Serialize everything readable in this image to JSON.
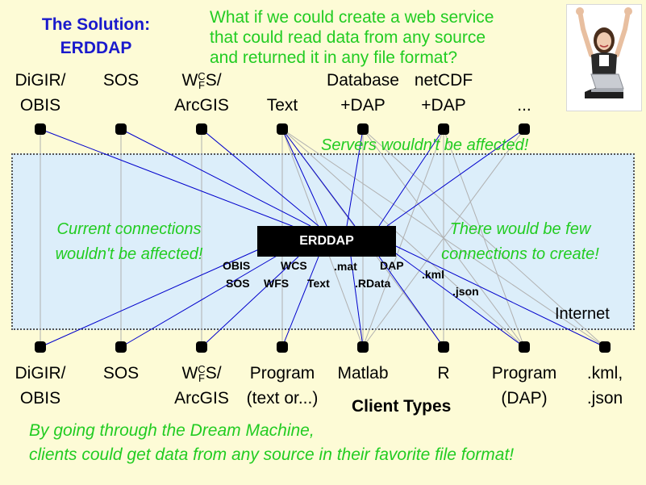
{
  "title": {
    "line1": "The Solution:",
    "line2": "ERDDAP"
  },
  "question": {
    "line1": "What if we could create a web service",
    "line2": "that could read data from any source",
    "line3": "and returned it in any file format?"
  },
  "servers": [
    {
      "line1": "DiGIR/",
      "line2": "OBIS"
    },
    {
      "line1": "",
      "line2": "SOS"
    },
    {
      "line1": "WFCS/",
      "line2": "ArcGIS"
    },
    {
      "line1": "",
      "line2": "Text"
    },
    {
      "line1": "Database",
      "line2": "+DAP"
    },
    {
      "line1": "netCDF",
      "line2": "+DAP"
    },
    {
      "line1": "",
      "line2": "..."
    }
  ],
  "clients": [
    {
      "line1": "DiGIR/",
      "line2": "OBIS"
    },
    {
      "line1": "SOS",
      "line2": ""
    },
    {
      "line1": "WFCS/",
      "line2": "ArcGIS"
    },
    {
      "line1": "Program",
      "line2": "(text or...)"
    },
    {
      "line1": "Matlab",
      "line2": ""
    },
    {
      "line1": "R",
      "line2": ""
    },
    {
      "line1": "Program",
      "line2": "(DAP)"
    },
    {
      "line1": ".kml,",
      "line2": ".json"
    }
  ],
  "wfcs": {
    "w": "W",
    "sup": "C",
    "sub": "F",
    "rest": "S/"
  },
  "notes": {
    "servers_unaffected": "Servers wouldn't be affected!",
    "current_1": "Current connections",
    "current_2": "wouldn't be affected!",
    "few_1": "There would be few",
    "few_2": "connections to create!"
  },
  "erddap_label": "ERDDAP",
  "formats": {
    "obis": "OBIS",
    "wcs": "WCS",
    "mat": ".mat",
    "dap": "DAP",
    "kml": ".kml",
    "sos": "SOS",
    "wfs": "WFS",
    "text": "Text",
    "rdata": ".RData",
    "json": ".json"
  },
  "internet_label": "Internet",
  "client_types_label": "Client Types",
  "bottom": {
    "line1": "By going through the Dream Machine,",
    "line2": "clients could get data from any source in their favorite file format!"
  },
  "colors": {
    "title": "#1a1acc",
    "green": "#22cc22",
    "blue_line": "#0000cc",
    "gray_line": "#b0b0b0",
    "internet_bg": "#dceefa",
    "page_bg": "#fdfbd6"
  },
  "images": {
    "photo": "excited-woman-with-laptop"
  }
}
